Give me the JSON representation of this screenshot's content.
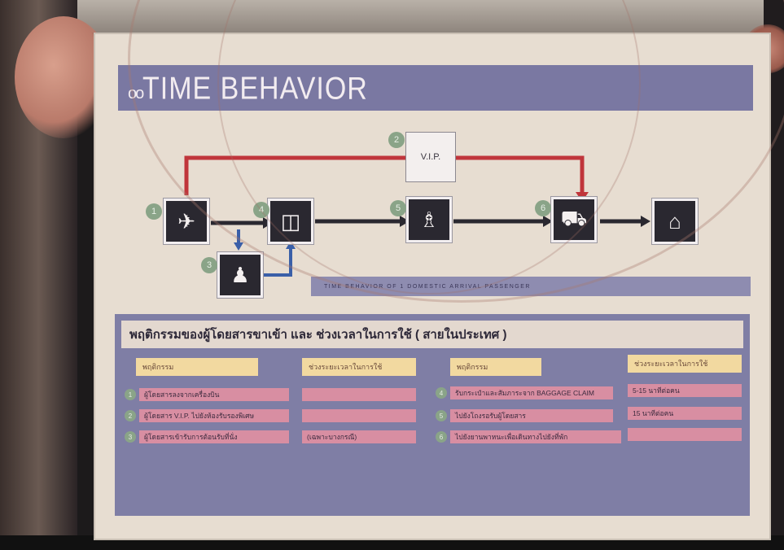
{
  "title": {
    "dots": "oo",
    "text": "TIME BEHAVIOR"
  },
  "diagram": {
    "vip_label": "V.I.P.",
    "caption": "TIME BEHAVIOR OF 1 DOMESTIC ARRIVAL PASSENGER",
    "steps": [
      {
        "num": "1",
        "icon": "airplane-icon"
      },
      {
        "num": "2",
        "icon": "vip-box"
      },
      {
        "num": "3",
        "icon": "reception-desk-icon"
      },
      {
        "num": "4",
        "icon": "baggage-claim-icon"
      },
      {
        "num": "5",
        "icon": "meeting-people-icon"
      },
      {
        "num": "6",
        "icon": "taxi-car-icon"
      },
      {
        "num": "",
        "icon": "house-icon"
      }
    ],
    "colors": {
      "node_bg": "#2a2830",
      "arrow_main": "#2a2830",
      "arrow_vip": "#c0353b",
      "arrow_side": "#3a5fa8",
      "title_band": "#7a78a2",
      "panel": "#7f7ea5",
      "header_cell": "#f2d9a0",
      "row_cell": "#d88ea2"
    }
  },
  "table": {
    "heading": "พฤติกรรมของผู้โดยสารขาเข้า และ ช่วงเวลาในการใช้ ( สายในประเทศ )",
    "left_header_behavior": "พฤติกรรม",
    "left_header_time": "ช่วงระยะเวลาในการใช้",
    "right_header_behavior": "พฤติกรรม",
    "right_header_time": "ช่วงระยะเวลาในการใช้",
    "left_rows": [
      {
        "num": "1",
        "behavior": "ผู้โดยสารลงจากเครื่องบิน",
        "time": ""
      },
      {
        "num": "2",
        "behavior": "ผู้โดยสาร V.I.P. ไปยังห้องรับรองพิเศษ",
        "time": ""
      },
      {
        "num": "3",
        "behavior": "ผู้โดยสารเข้ารับการต้อนรับที่นั่ง",
        "time": "(เฉพาะบางกรณี)"
      }
    ],
    "right_rows": [
      {
        "num": "4",
        "behavior": "รับกระเป๋าและสัมภาระจาก BAGGAGE CLAIM",
        "time": "5-15 นาทีต่อคน"
      },
      {
        "num": "5",
        "behavior": "ไปยังโถงรอรับผู้โดยสาร",
        "time": "15 นาทีต่อคน"
      },
      {
        "num": "6",
        "behavior": "ไปยังยานพาหนะเพื่อเดินทางไปยังที่พัก",
        "time": ""
      }
    ]
  }
}
